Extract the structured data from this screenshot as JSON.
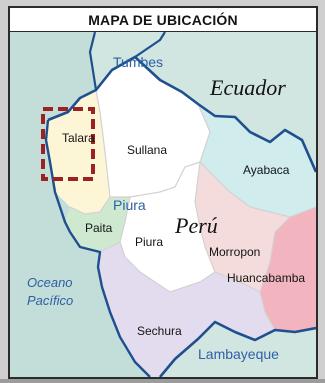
{
  "title": "MAPA DE UBICACIÓN",
  "labels": {
    "tumbes": "Tumbes",
    "ecuador": "Ecuador",
    "talara": "Talara",
    "sullana": "Sullana",
    "ayabaca": "Ayabaca",
    "piura_region": "Piura",
    "peru": "Perú",
    "paita": "Paita",
    "piura_province": "Piura",
    "morropon": "Morropon",
    "huancabamba": "Huancabamba",
    "ocean_line1": "Oceano",
    "ocean_line2": "Pacífico",
    "sechura": "Sechura",
    "lambayeque": "Lambayeque"
  },
  "colors": {
    "ocean": "#c3ddd8",
    "neighbor": "#d1e5e1",
    "talara": "#fdf6d6",
    "sullana": "#ffffff",
    "paita": "#cfe9d0",
    "piura": "#ffffff",
    "ayabaca": "#d0ecec",
    "morropon": "#f5dcdc",
    "huancabamba": "#f2b4bf",
    "sechura": "#e3dcef",
    "border": "#1f4f8e",
    "inner_border": "#d2d2d2",
    "water_text": "#2d61a6",
    "text": "#141414",
    "highlight_box": "#9b2222"
  }
}
